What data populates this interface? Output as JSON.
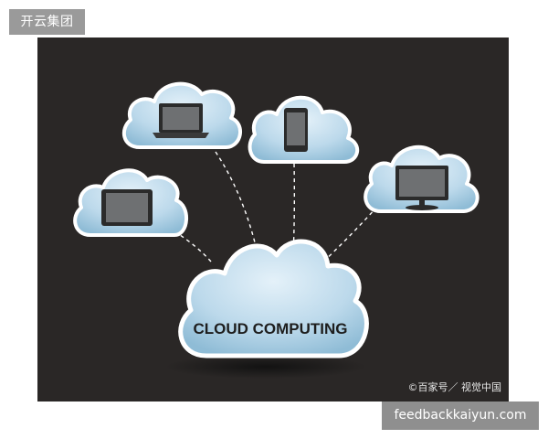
{
  "badges": {
    "top_label": "开云集团",
    "bottom_label": "feedbackkaiyun.com"
  },
  "image": {
    "main_cloud_text": "CLOUD COMPUTING",
    "credit_text": "©百家号／ 视觉中国",
    "devices": [
      "tablet-icon",
      "laptop-icon",
      "smartphone-icon",
      "monitor-icon"
    ],
    "colors": {
      "background": "#2a2726",
      "cloud_fill": "#b9d7ea",
      "cloud_outline": "#ffffff",
      "device": "#2b2b2b"
    }
  }
}
